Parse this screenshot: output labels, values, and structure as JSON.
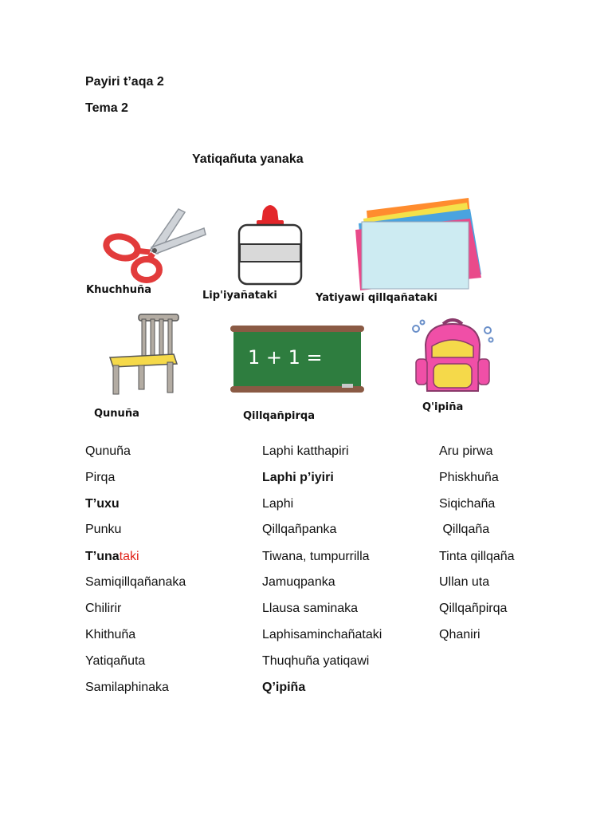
{
  "header": {
    "line1": "Payiri t’aqa 2",
    "line2": "Tema 2",
    "section_title": "Yatiqañuta yanaka"
  },
  "pictures": [
    {
      "label": "Khuchhuña",
      "icon": "scissors-icon"
    },
    {
      "label": "Lip'iyañataki",
      "icon": "glue-bottle-icon"
    },
    {
      "label": "Yatiyawi qillqañataki",
      "icon": "paper-stack-icon"
    },
    {
      "label": "Qunuña",
      "icon": "chair-icon"
    },
    {
      "label": "Qillqañpirqa",
      "icon": "chalkboard-icon",
      "board_text": "1 + 1 ="
    },
    {
      "label": "Q'ipiña",
      "icon": "backpack-icon"
    }
  ],
  "word_columns": [
    [
      "Qunuña",
      "Pirqa",
      "T’uxu",
      "Punku",
      "T’una|taki",
      "Samiqillqañanaka",
      "Chilirir",
      "Khithuña",
      "Yatiqañuta",
      "Samilaphinaka"
    ],
    [
      "Laphi katthapiri",
      "Laphi p’iyiri",
      "Laphi",
      "Qillqañpanka",
      "Tiwana, tumpurrilla",
      "Jamuqpanka",
      "Llausa saminaka",
      "Laphisaminchañataki",
      "Thuqhuña yatiqawi",
      "Q’ipiña"
    ],
    [
      "Aru pirwa",
      "Phiskhuña",
      "Siqichaña",
      " Qillqaña",
      "Tinta qillqaña",
      "Ullan uta",
      "Qillqañpirqa",
      "Qhaniri"
    ]
  ],
  "word_list": {
    "col1": {
      "w0": "Qunuña",
      "w1": "Pirqa",
      "w2": "T’uxu",
      "w3": "Punku",
      "w4a": "T’una",
      "w4b": "taki",
      "w5": "Samiqillqañanaka",
      "w6": "Chilirir",
      "w7": "Khithuña",
      "w8": "Yatiqañuta",
      "w9": "Samilaphinaka"
    },
    "col2": {
      "w0": "Laphi katthapiri",
      "w1": "Laphi p’iyiri",
      "w2": "Laphi",
      "w3": "Qillqañpanka",
      "w4": "Tiwana, tumpurrilla",
      "w5": "Jamuqpanka",
      "w6": "Llausa saminaka",
      "w7": "Laphisaminchañataki",
      "w8": "Thuqhuña yatiqawi",
      "w9": "Q’ipiña"
    },
    "col3": {
      "w0": "Aru pirwa",
      "w1": "Phiskhuña",
      "w2": "Siqichaña",
      "w3": " Qillqaña",
      "w4": "Tinta qillqaña",
      "w5": "Ullan uta",
      "w6": "Qillqañpirqa",
      "w7": "Qhaniri"
    }
  },
  "colors": {
    "accent_red": "#e0251b",
    "chalkboard_green": "#2e7d3f",
    "board_frame": "#8a5a44"
  }
}
